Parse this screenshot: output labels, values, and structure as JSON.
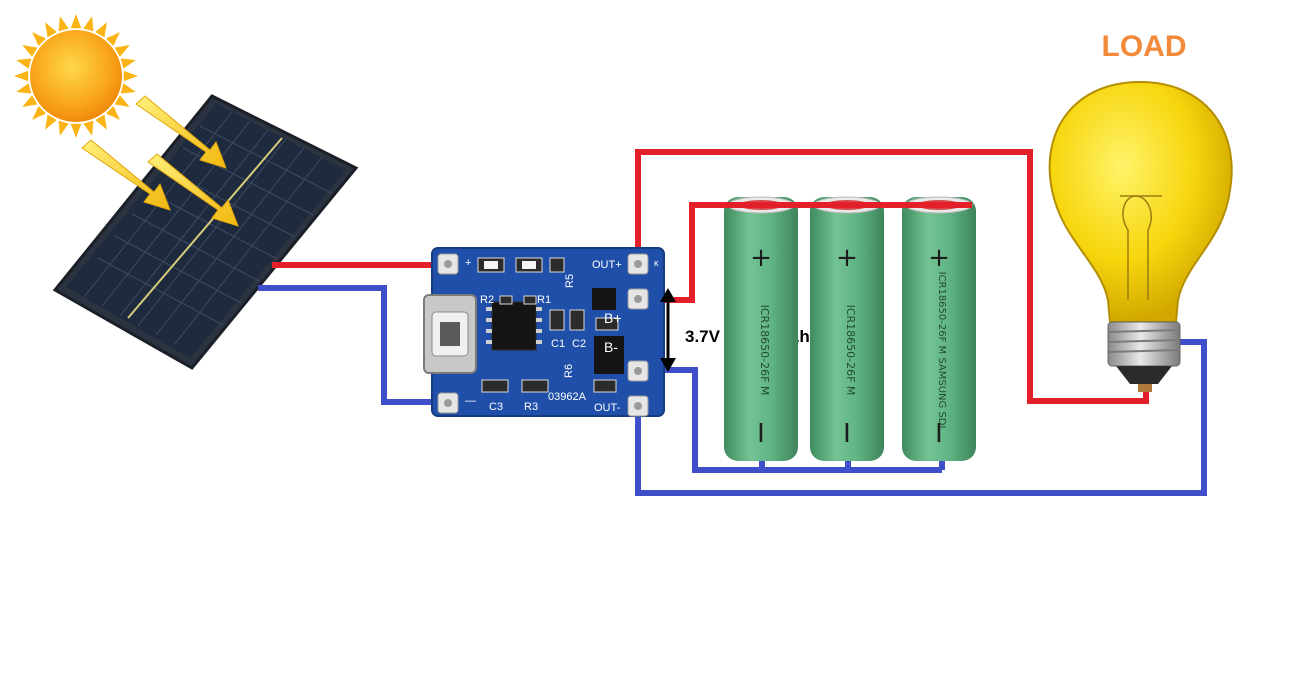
{
  "load_label": "LOAD",
  "battery_label": "3.7V , 6000mAh",
  "board": {
    "model": "03962A",
    "pins": {
      "in_plus": "+",
      "in_minus": "—",
      "out_plus": "OUT+",
      "out_minus": "OUT-",
      "b_plus": "B+",
      "b_minus": "B-"
    },
    "components": [
      "R2",
      "R1",
      "R5",
      "C1",
      "C2",
      "R6",
      "C3",
      "R3",
      "ĸ"
    ]
  },
  "cells": [
    {
      "plus": "+",
      "minus": "I",
      "print": "ICR18650-26F M"
    },
    {
      "plus": "+",
      "minus": "I",
      "print": "ICR18650-26F M"
    },
    {
      "plus": "+",
      "minus": "I",
      "print": "ICR18650-26F M SAMSUNG SDI"
    }
  ],
  "colors": {
    "positive_wire": "#e3202a",
    "negative_wire": "#3f4fc9",
    "load_label": "#f28a3c",
    "board": "#1f4fa8",
    "cell": "#5aa879",
    "bulb": "#f5d20a",
    "sun": "#fbb415"
  },
  "icons": [
    "sun-icon",
    "solar-panel-icon",
    "light-bulb-icon",
    "battery-cell-icon",
    "double-arrow-icon"
  ]
}
